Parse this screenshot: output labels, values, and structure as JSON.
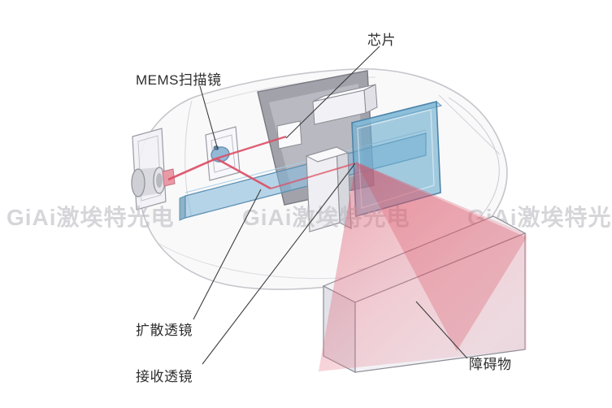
{
  "labels": {
    "chip": "芯片",
    "mems_mirror": "MEMS扫描镜",
    "diffusion_lens": "扩散透镜",
    "receiving_lens": "接收透镜",
    "obstacle": "障碍物"
  },
  "watermark": {
    "text": "GiAi激埃特光电"
  },
  "colors": {
    "beam_red": "#dd4f65",
    "cone_pink": "#e87f92",
    "lens_blue": "#6cacce",
    "panel_gray": "#a2a2ab",
    "watermark_gray": "#bcbcc2",
    "outline_gray": "#c5c5cb"
  }
}
